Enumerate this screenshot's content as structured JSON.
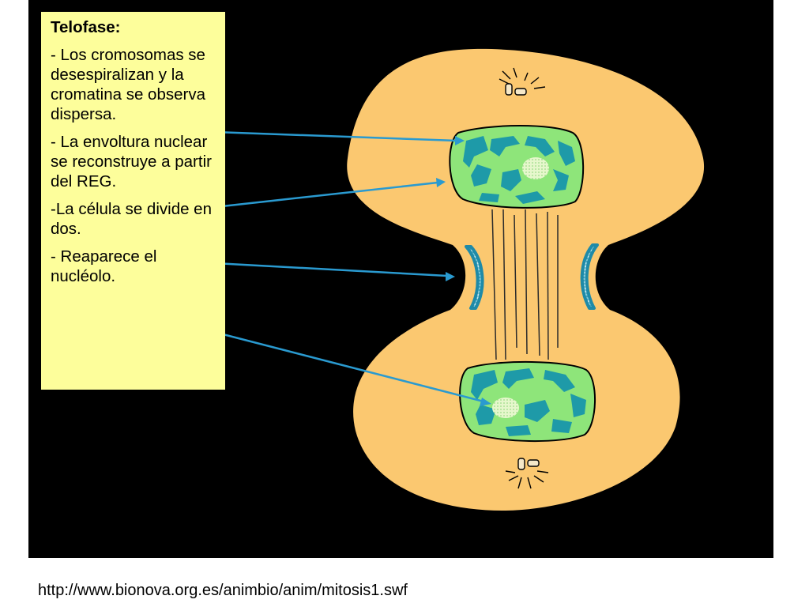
{
  "panel": {
    "title": "Telofase:",
    "items": [
      "- Los cromosomas se desespiralizan y la cromatina se observa  dispersa.",
      "- La envoltura nuclear se reconstruye a partir del REG.",
      "-La célula se divide en dos.",
      "- Reaparece el nucléolo."
    ]
  },
  "source_url": "http://www.bionova.org.es/animbio/anim/mitosis1.swf",
  "colors": {
    "background": "#000000",
    "panel": "#fdfe9b",
    "cytoplasm": "#fbc870",
    "nucleus": "#8ee57a",
    "chromatin": "#1e9aa8",
    "nucleolus": "#e2f4c8",
    "arrow": "#2a9ad0"
  }
}
